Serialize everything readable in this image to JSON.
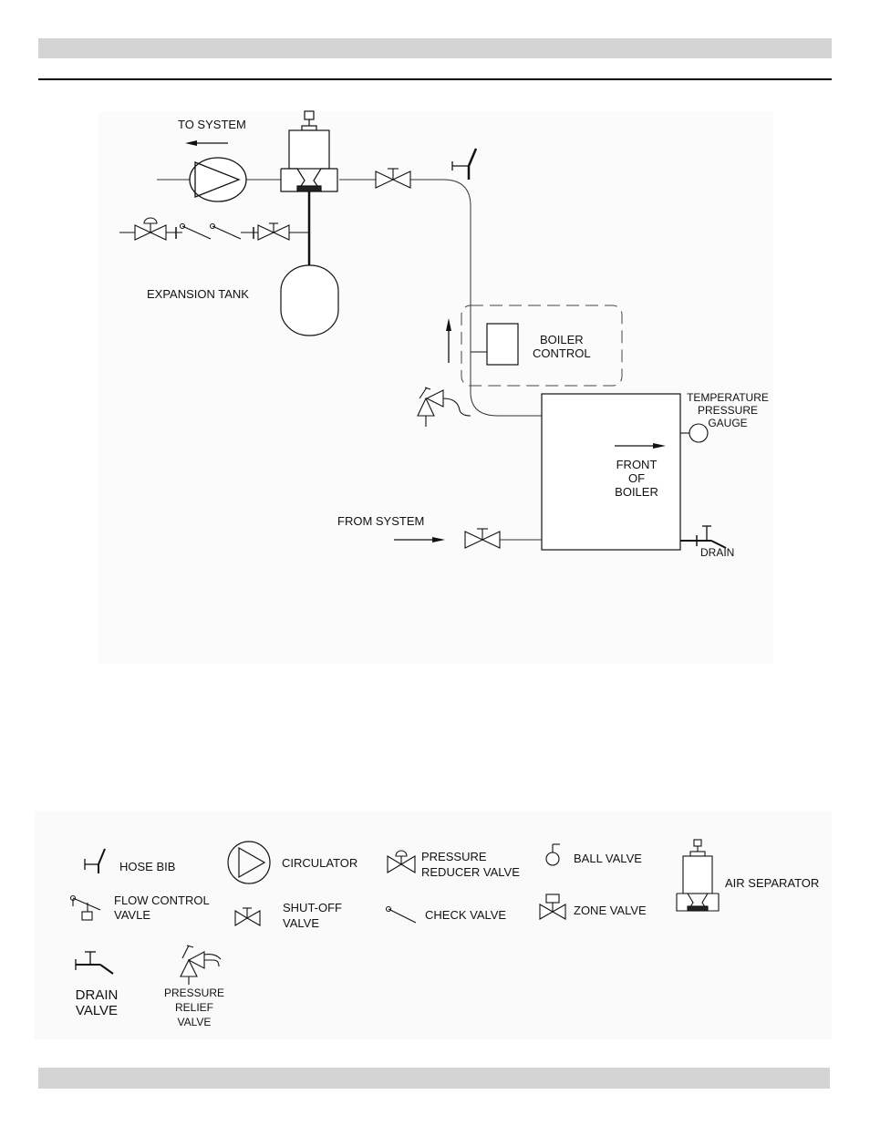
{
  "diagram": {
    "to_system": "TO SYSTEM",
    "expansion_tank": "EXPANSION TANK",
    "boiler_control_1": "BOILER",
    "boiler_control_2": "CONTROL",
    "temp_gauge_1": "TEMPERATURE",
    "temp_gauge_2": "PRESSURE",
    "temp_gauge_3": "GAUGE",
    "front_1": "FRONT",
    "front_2": "OF",
    "front_3": "BOILER",
    "from_system": "FROM SYSTEM",
    "drain": "DRAIN"
  },
  "legend": {
    "hose_bib": "HOSE BIB",
    "circulator": "CIRCULATOR",
    "pressure_reducer_1": "PRESSURE",
    "pressure_reducer_2": "REDUCER VALVE",
    "ball_valve": "BALL VALVE",
    "air_separator": "AIR SEPARATOR",
    "flow_control_1": "FLOW CONTROL",
    "flow_control_2": "VAVLE",
    "shutoff_1": "SHUT-OFF",
    "shutoff_2": "VALVE",
    "check_valve": "CHECK VALVE",
    "zone_valve": "ZONE VALVE",
    "drain_valve_1": "DRAIN",
    "drain_valve_2": "VALVE",
    "relief_1": "PRESSURE",
    "relief_2": "RELIEF",
    "relief_3": "VALVE"
  }
}
